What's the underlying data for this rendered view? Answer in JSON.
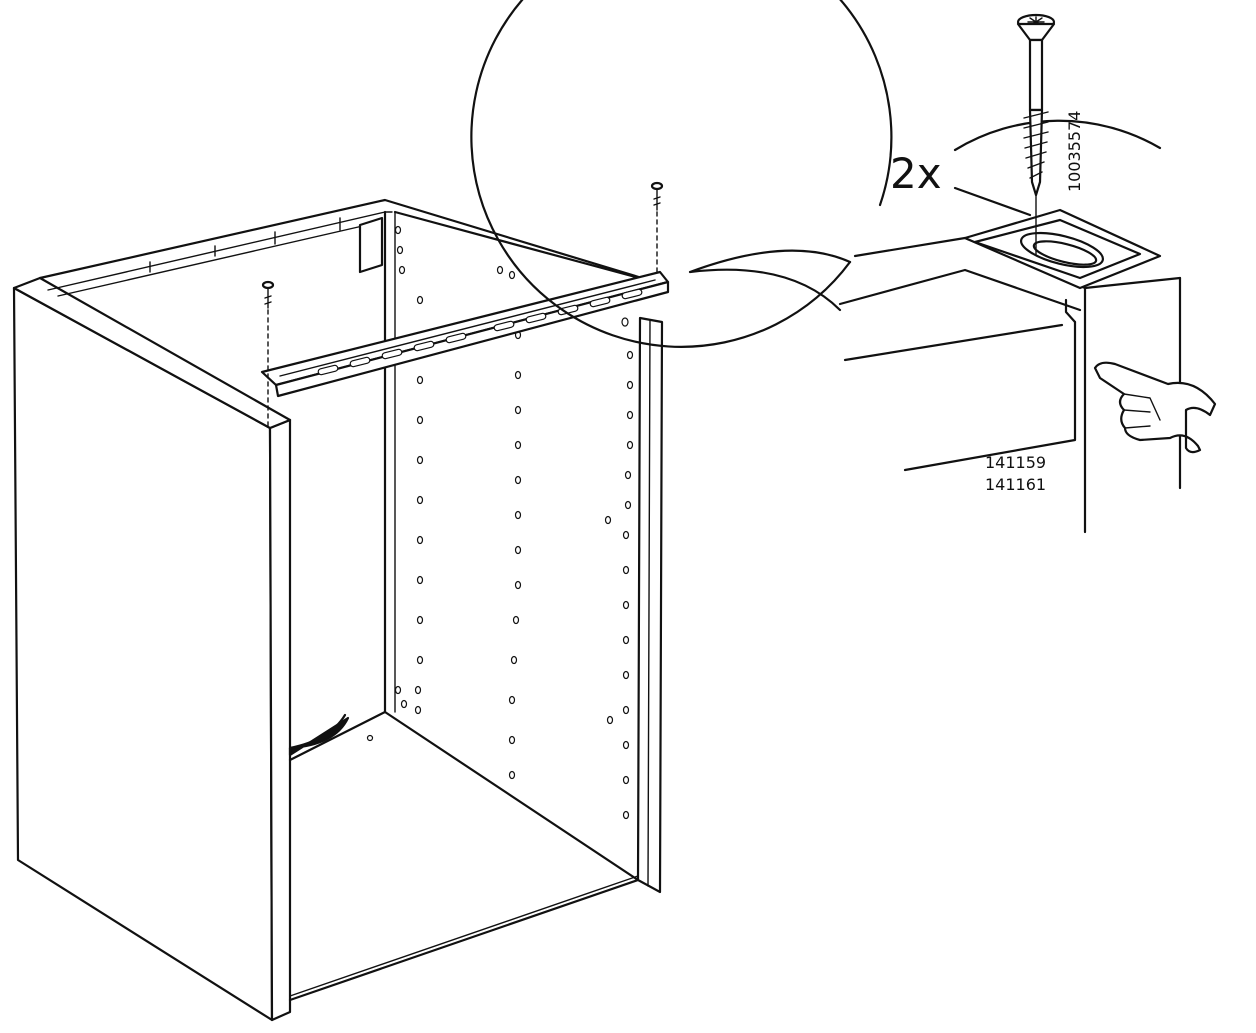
{
  "callout": {
    "quantity_label": "2x",
    "screw_part_number": "10035574",
    "panel_part_numbers": [
      "141159",
      "141161"
    ]
  },
  "icons": {
    "screw": "screw-icon",
    "hand": "pointing-hand-icon",
    "cabinet": "base-cabinet-frame",
    "rail": "mounting-rail"
  },
  "colors": {
    "line": "#111111",
    "background": "#ffffff"
  }
}
